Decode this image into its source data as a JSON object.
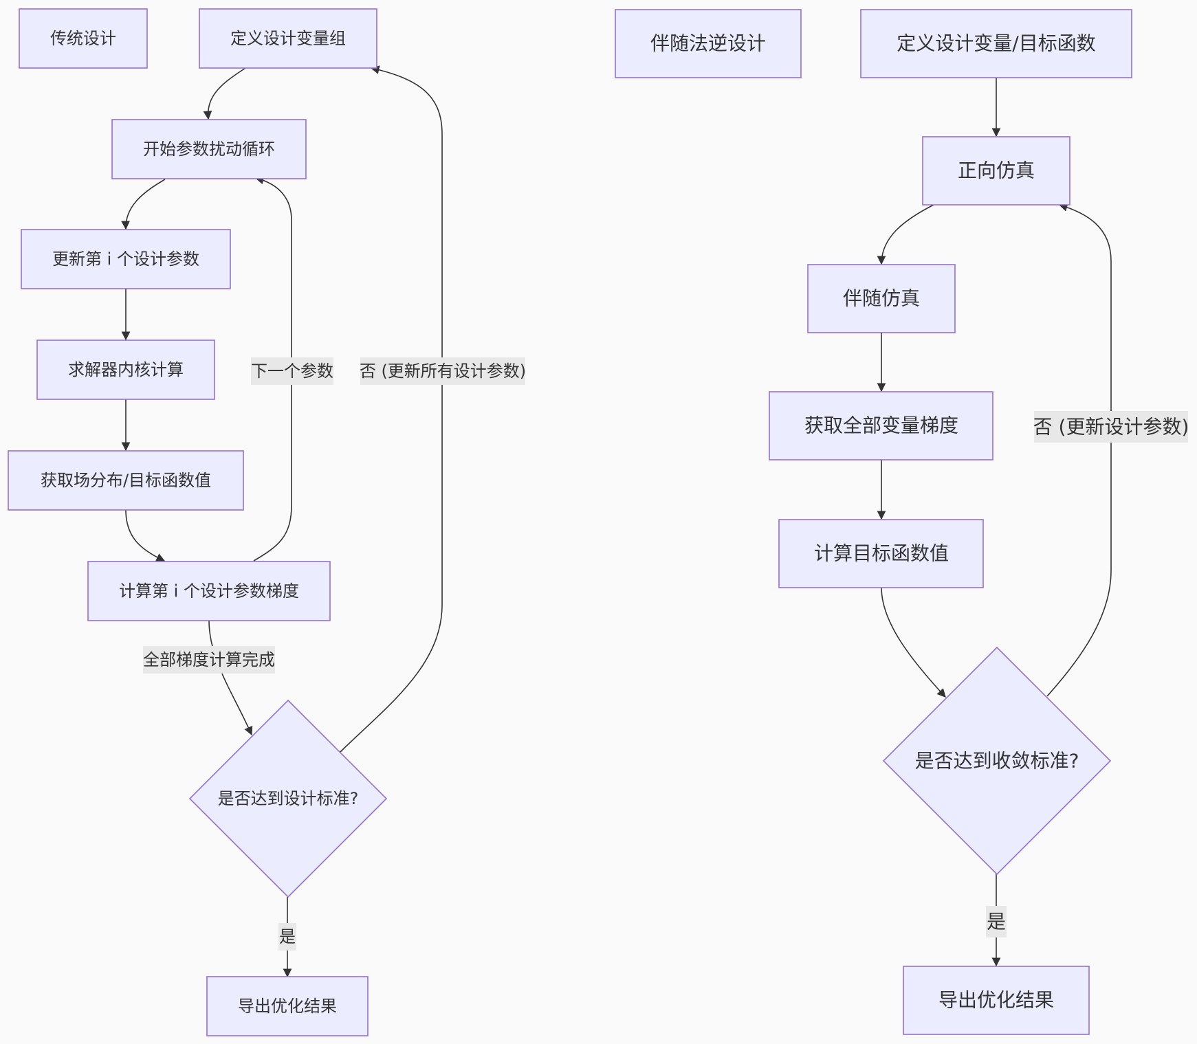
{
  "colors": {
    "background": "#fafafa",
    "node_fill": "#ececff",
    "node_stroke": "#9370db",
    "edge": "#333333",
    "edge_label_bg": "#e8e8e8",
    "text": "#333333"
  },
  "traditional": {
    "title": "传统设计",
    "define_vars": "定义设计变量组",
    "start_loop": "开始参数扰动循环",
    "update_param": "更新第 i 个设计参数",
    "solver": "求解器内核计算",
    "get_field": "获取场分布/目标函数值",
    "calc_grad": "计算第 i 个设计参数梯度",
    "decision": "是否达到设计标准?",
    "export": "导出优化结果",
    "label_next_param": "下一个参数",
    "label_no_update_all": "否 (更新所有设计参数)",
    "label_all_done": "全部梯度计算完成",
    "label_yes": "是"
  },
  "adjoint": {
    "title": "伴随法逆设计",
    "define_vars": "定义设计变量/目标函数",
    "forward_sim": "正向仿真",
    "adjoint_sim": "伴随仿真",
    "get_grad": "获取全部变量梯度",
    "calc_obj": "计算目标函数值",
    "decision": "是否达到收敛标准?",
    "export": "导出优化结果",
    "label_no_update": "否 (更新设计参数)",
    "label_yes": "是"
  }
}
